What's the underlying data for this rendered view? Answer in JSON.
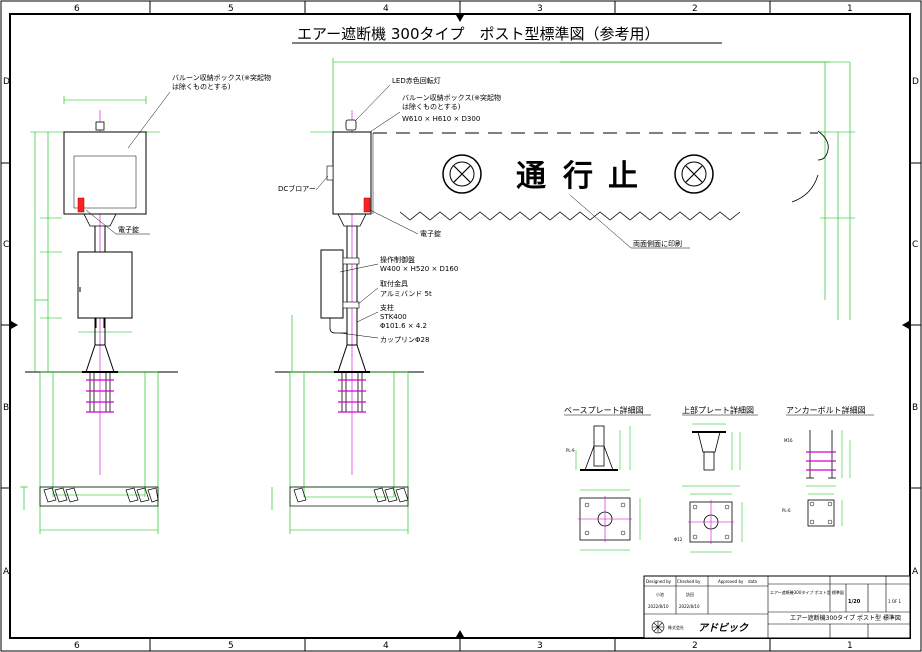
{
  "title": "エアー遮断機 300タイプ　ポスト型標準図（参考用）",
  "zones": {
    "columns": [
      "6",
      "5",
      "4",
      "3",
      "2",
      "1"
    ],
    "rows": [
      "D",
      "C",
      "B",
      "A"
    ]
  },
  "front_view": {
    "balloon_box_note": [
      "バルーン収納ボックス(※突起物",
      "は除くものとする)"
    ],
    "key_label": "電子錠"
  },
  "side_view": {
    "led_lamp": "LED赤色回転灯",
    "balloon_box_note": [
      "バルーン収納ボックス(※突起物",
      "は除くものとする)"
    ],
    "balloon_box_dims": "W610 × H610 × D300",
    "dc_blower": "DCブロアー",
    "key_label": "電子錠",
    "control_panel": "操作制御盤",
    "control_panel_dims": "W400 × H520 × D160",
    "fitting": "取付金具",
    "fitting_detail": "アルミバンド 5t",
    "post": "支柱",
    "post_material": "STK400",
    "post_dims": "Φ101.6 × 4.2",
    "coupling": "カップリンΦ28",
    "print_note": "両面側面に印刷"
  },
  "banner": {
    "chars": [
      "通",
      "行",
      "止"
    ]
  },
  "details": {
    "base_plate": "ベースプレート詳細図",
    "top_plate": "上部プレート詳細図",
    "anchor_bolt": "アンカーボルト詳細図",
    "pl9": "PL-9",
    "pl6": "PL-6",
    "m16": "M16",
    "phi12": "Φ12"
  },
  "title_block": {
    "designed_by_label": "Designed by",
    "checked_by_label": "Checked by",
    "approved_by_label": "Approved by",
    "date_label": "data",
    "designer": "小池",
    "checker": "訪田",
    "designed_date": "2022/8/10",
    "checked_date": "2022/8/10",
    "company": "株式会社",
    "logo_text": "アドビック",
    "drawing_name": "エアー遮断機300タイプ ポスト型 標準図",
    "scale": "1/20",
    "sheet": "1 OF 1"
  }
}
